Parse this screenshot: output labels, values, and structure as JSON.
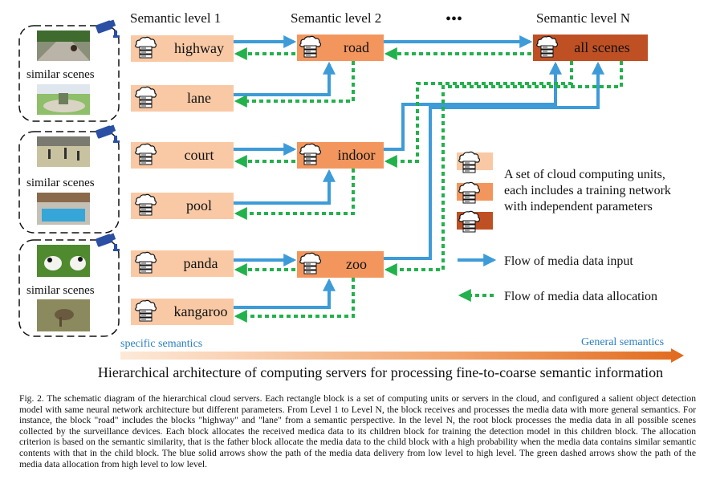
{
  "levels": {
    "level1": "Semantic level 1",
    "level2": "Semantic level 2",
    "ellipsis": "•••",
    "levelN": "Semantic level N"
  },
  "blocks": {
    "highway": "highway",
    "lane": "lane",
    "court": "court",
    "pool": "pool",
    "panda": "panda",
    "kangaroo": "kangaroo",
    "road": "road",
    "indoor": "indoor",
    "zoo": "zoo",
    "all_scenes": "all scenes"
  },
  "scenes": {
    "group1_label": "similar scenes",
    "group2_label": "similar scenes",
    "group3_label": "similar scenes"
  },
  "legend": {
    "units_line1": "A set of cloud computing units,",
    "units_line2": "each includes a training network",
    "units_line3": "with independent parameters",
    "input_flow": "Flow of media data input",
    "allocation_flow": "Flow of media data allocation"
  },
  "axis": {
    "specific": "specific semantics",
    "general": "General semantics"
  },
  "title": "Hierarchical architecture of computing servers for processing fine-to-coarse semantic information",
  "caption": "Fig. 2.  The schematic diagram of the hierarchical cloud servers. Each rectangle block is a set of computing units or servers in the cloud, and configured a salient object detection model with same neural network architecture but different parameters. From Level 1 to Level N, the block receives and processes the media data with more general semantics. For instance, the block \"road\" includes the blocks \"highway\" and \"lane\" from a semantic perspective. In the level N, the root block processes the media data in all possible scenes collected by the surveillance devices. Each block allocates the received medica data to its children block for training the detection model in this children block. The allocation criterion is based on the semantic similarity, that is the father block allocate the media data to the child block with a high probability when the media data contains similar semantic contents with that in the child block. The blue solid arrows show the path of the media data delivery from low level to high level. The green dashed arrows show the path of the media data allocation from high level to low level.",
  "colors": {
    "level1_block": "#f9c9a5",
    "level2_block": "#f2965e",
    "levelN_block": "#bf5024",
    "input_arrow": "#3d9bd8",
    "allocation_arrow": "#22b14c",
    "accent_text": "#2a7fc3"
  }
}
